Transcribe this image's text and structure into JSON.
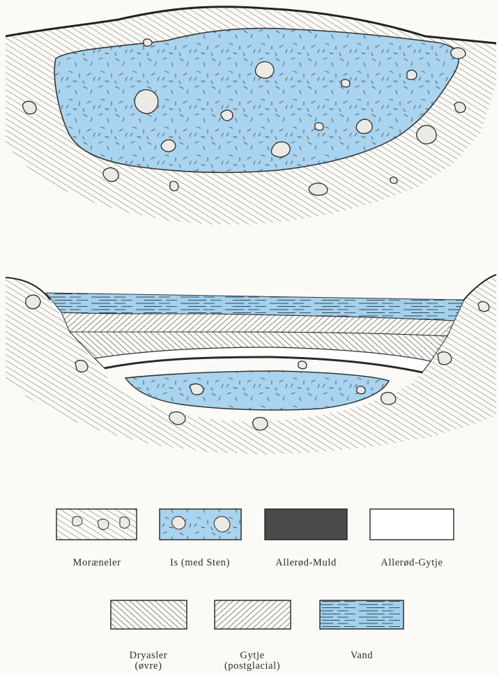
{
  "legend": {
    "row1": [
      {
        "key": "moraeneler",
        "label": "Moræneler"
      },
      {
        "key": "is_med_sten",
        "label": "Is (med Sten)"
      },
      {
        "key": "allerod_muld",
        "label": "Allerød-Muld"
      },
      {
        "key": "allerod_gytje",
        "label": "Allerød-Gytje"
      }
    ],
    "row2": [
      {
        "key": "dryasler",
        "label": "Dryasler",
        "sublabel": "(øvre)"
      },
      {
        "key": "gytje",
        "label": "Gytje",
        "sublabel": "(postglacial)"
      },
      {
        "key": "vand",
        "label": "Vand"
      }
    ]
  },
  "colors": {
    "ice": "#a9d3ee",
    "water": "#a3d0ec",
    "hatch": "#3a3a3a",
    "muld": "#4a4a4a",
    "background": "#fbfaf6"
  }
}
